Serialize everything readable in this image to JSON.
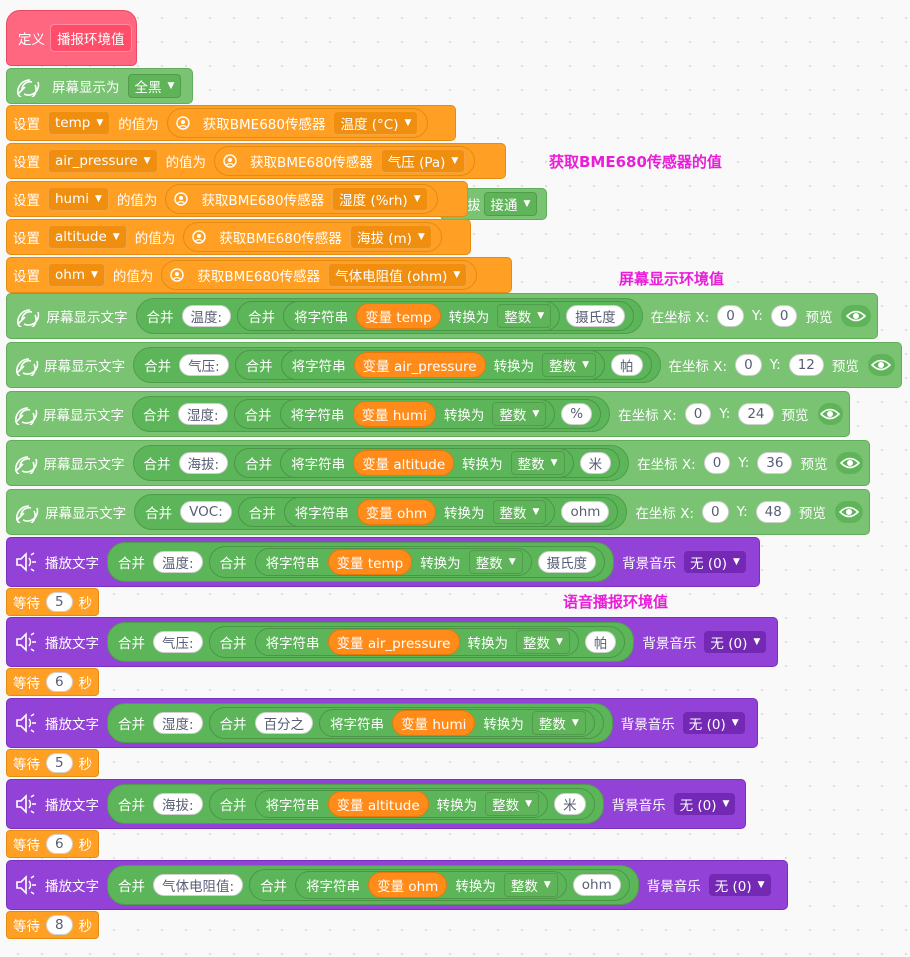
{
  "define": {
    "label": "定义",
    "name": "播报环境值"
  },
  "screen_fill": {
    "label": "屏幕显示为",
    "option": "全黑"
  },
  "vars": [
    {
      "set": "设置",
      "var": "temp",
      "of": "的值为",
      "sensor": "获取BME680传感器",
      "option": "温度 (°C)"
    },
    {
      "set": "设置",
      "var": "air_pressure",
      "of": "的值为",
      "sensor": "获取BME680传感器",
      "option": "气压 (Pa)"
    },
    {
      "set": "设置",
      "var": "humi",
      "of": "的值为",
      "sensor": "获取BME680传感器",
      "option": "湿度 (%rh)"
    },
    {
      "set": "设置",
      "var": "altitude",
      "of": "的值为",
      "sensor": "获取BME680传感器",
      "option": "海拔 (m)"
    },
    {
      "set": "设置",
      "var": "ohm",
      "of": "的值为",
      "sensor": "获取BME680传感器",
      "option": "气体电阻值 (ohm)"
    }
  ],
  "hidden_fragment": {
    "text": "拔",
    "option": "接通"
  },
  "annotations": {
    "sensor": "获取BME680传感器的值",
    "screen": "屏幕显示环境值",
    "voice": "语音播报环境值"
  },
  "display_rows": [
    {
      "label": "屏幕显示文字",
      "join": "合并",
      "prefix": "温度:",
      "join2": "合并",
      "tostr": "将字符串",
      "var": "变量 temp",
      "convert": "转换为",
      "type": "整数",
      "unit": "摄氏度",
      "at": "在坐标 X:",
      "x": "0",
      "ylabel": "Y:",
      "y": "0",
      "preview": "预览"
    },
    {
      "label": "屏幕显示文字",
      "join": "合并",
      "prefix": "气压:",
      "join2": "合并",
      "tostr": "将字符串",
      "var": "变量 air_pressure",
      "convert": "转换为",
      "type": "整数",
      "unit": "帕",
      "at": "在坐标 X:",
      "x": "0",
      "ylabel": "Y:",
      "y": "12",
      "preview": "预览"
    },
    {
      "label": "屏幕显示文字",
      "join": "合并",
      "prefix": "湿度:",
      "join2": "合并",
      "tostr": "将字符串",
      "var": "变量 humi",
      "convert": "转换为",
      "type": "整数",
      "unit": "%",
      "at": "在坐标 X:",
      "x": "0",
      "ylabel": "Y:",
      "y": "24",
      "preview": "预览"
    },
    {
      "label": "屏幕显示文字",
      "join": "合并",
      "prefix": "海拔:",
      "join2": "合并",
      "tostr": "将字符串",
      "var": "变量 altitude",
      "convert": "转换为",
      "type": "整数",
      "unit": "米",
      "at": "在坐标 X:",
      "x": "0",
      "ylabel": "Y:",
      "y": "36",
      "preview": "预览"
    },
    {
      "label": "屏幕显示文字",
      "join": "合并",
      "prefix": "VOC:",
      "join2": "合并",
      "tostr": "将字符串",
      "var": "变量 ohm",
      "convert": "转换为",
      "type": "整数",
      "unit": "ohm",
      "at": "在坐标 X:",
      "x": "0",
      "ylabel": "Y:",
      "y": "48",
      "preview": "预览"
    }
  ],
  "voice_rows": [
    {
      "label": "播放文字",
      "join": "合并",
      "prefix": "温度:",
      "join2": "合并",
      "tostr": "将字符串",
      "var": "变量 temp",
      "convert": "转换为",
      "type": "整数",
      "unit": "摄氏度",
      "bgm": "背景音乐",
      "bgm_opt": "无 (0)"
    },
    {
      "label": "播放文字",
      "join": "合并",
      "prefix": "气压:",
      "join2": "合并",
      "tostr": "将字符串",
      "var": "变量 air_pressure",
      "convert": "转换为",
      "type": "整数",
      "unit": "帕",
      "bgm": "背景音乐",
      "bgm_opt": "无 (0)"
    },
    {
      "label": "播放文字",
      "join": "合并",
      "prefix": "湿度:",
      "join2": "合并",
      "extra": "百分之",
      "tostr": "将字符串",
      "var": "变量 humi",
      "convert": "转换为",
      "type": "整数",
      "bgm": "背景音乐",
      "bgm_opt": "无 (0)"
    },
    {
      "label": "播放文字",
      "join": "合并",
      "prefix": "海拔:",
      "join2": "合并",
      "tostr": "将字符串",
      "var": "变量 altitude",
      "convert": "转换为",
      "type": "整数",
      "unit": "米",
      "bgm": "背景音乐",
      "bgm_opt": "无 (0)"
    },
    {
      "label": "播放文字",
      "join": "合并",
      "prefix": "气体电阻值:",
      "join2": "合并",
      "tostr": "将字符串",
      "var": "变量 ohm",
      "convert": "转换为",
      "type": "整数",
      "unit": "ohm",
      "bgm": "背景音乐",
      "bgm_opt": "无 (0)"
    }
  ],
  "waits": [
    {
      "label": "等待",
      "value": "5",
      "unit": "秒"
    },
    {
      "label": "等待",
      "value": "6",
      "unit": "秒"
    },
    {
      "label": "等待",
      "value": "5",
      "unit": "秒"
    },
    {
      "label": "等待",
      "value": "6",
      "unit": "秒"
    },
    {
      "label": "等待",
      "value": "8",
      "unit": "秒"
    }
  ],
  "colors": {
    "looks": "#79c373",
    "data": "#ffa024",
    "sound": "#9242d6",
    "define": "#ff6680",
    "annotation": "#e91ed9"
  }
}
